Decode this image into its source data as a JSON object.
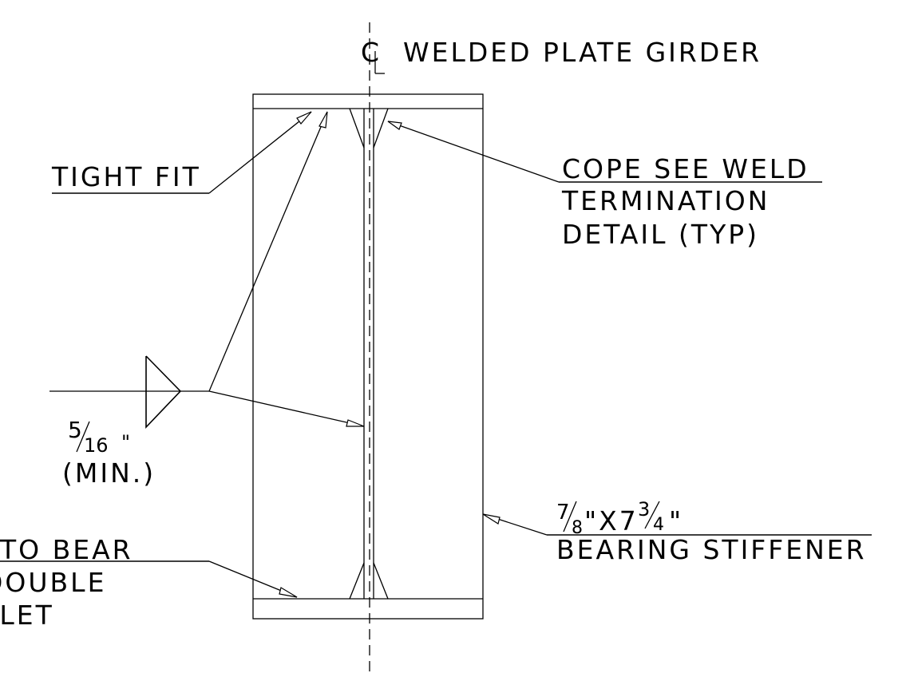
{
  "title": {
    "centerline_symbol": "C",
    "text": "WELDED PLATE GIRDER"
  },
  "labels": {
    "tight_fit": "TIGHT FIT",
    "cope": [
      "COPE SEE WELD",
      "TERMINATION",
      "DETAIL (TYP)"
    ],
    "weld_size": {
      "numerator": "5",
      "denominator": "16",
      "unit": "\""
    },
    "weld_min": "(MIN.)",
    "bearing_stiffener": {
      "thick_num": "7",
      "thick_den": "8",
      "mid": "\"X7",
      "width_num": "3",
      "width_den": "4",
      "end": "\"",
      "line2": "BEARING STIFFENER"
    },
    "bear": [
      "TO BEAR",
      "DOUBLE",
      "LLET"
    ]
  },
  "colors": {
    "ink": "#000000",
    "background": "#ffffff"
  }
}
